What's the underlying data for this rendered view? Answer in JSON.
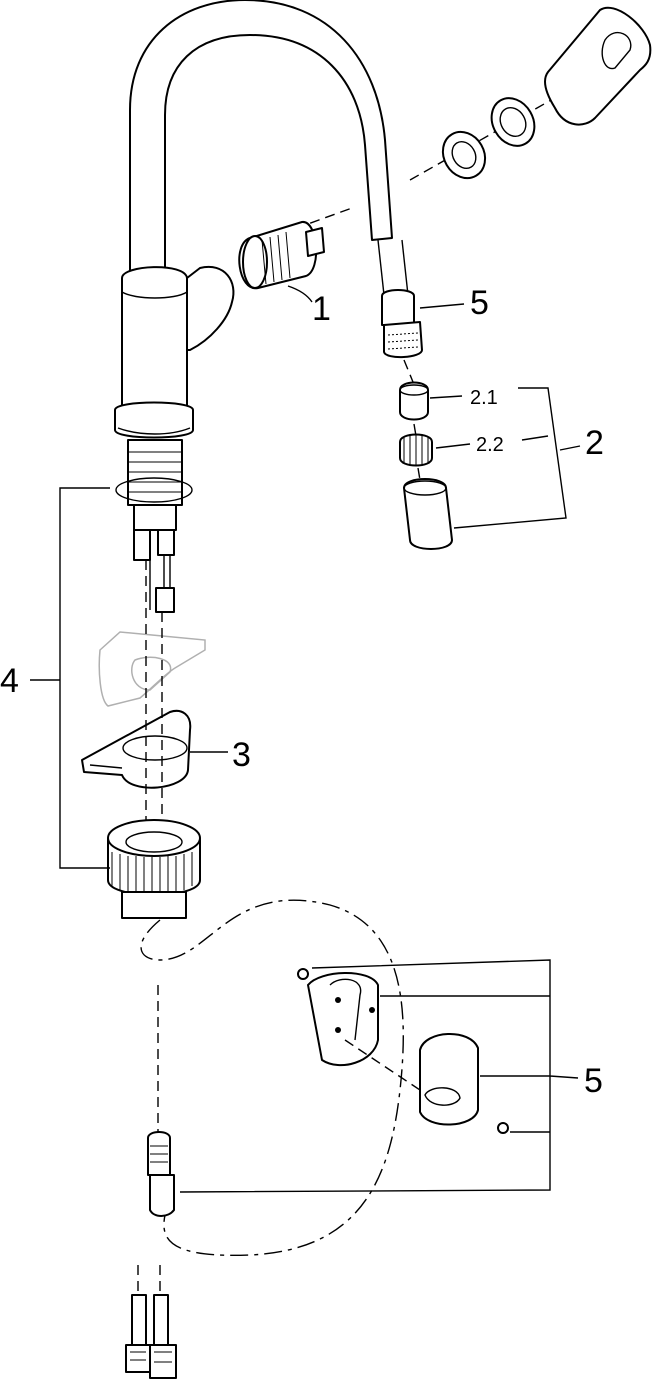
{
  "callouts": {
    "cartridge": "1",
    "aerator_set": "2",
    "aerator_insert": "2.1",
    "aerator_body": "2.2",
    "mounting_bracket": "3",
    "fixing_set": "4",
    "hose_spout": "5",
    "hose_holder": "5"
  }
}
